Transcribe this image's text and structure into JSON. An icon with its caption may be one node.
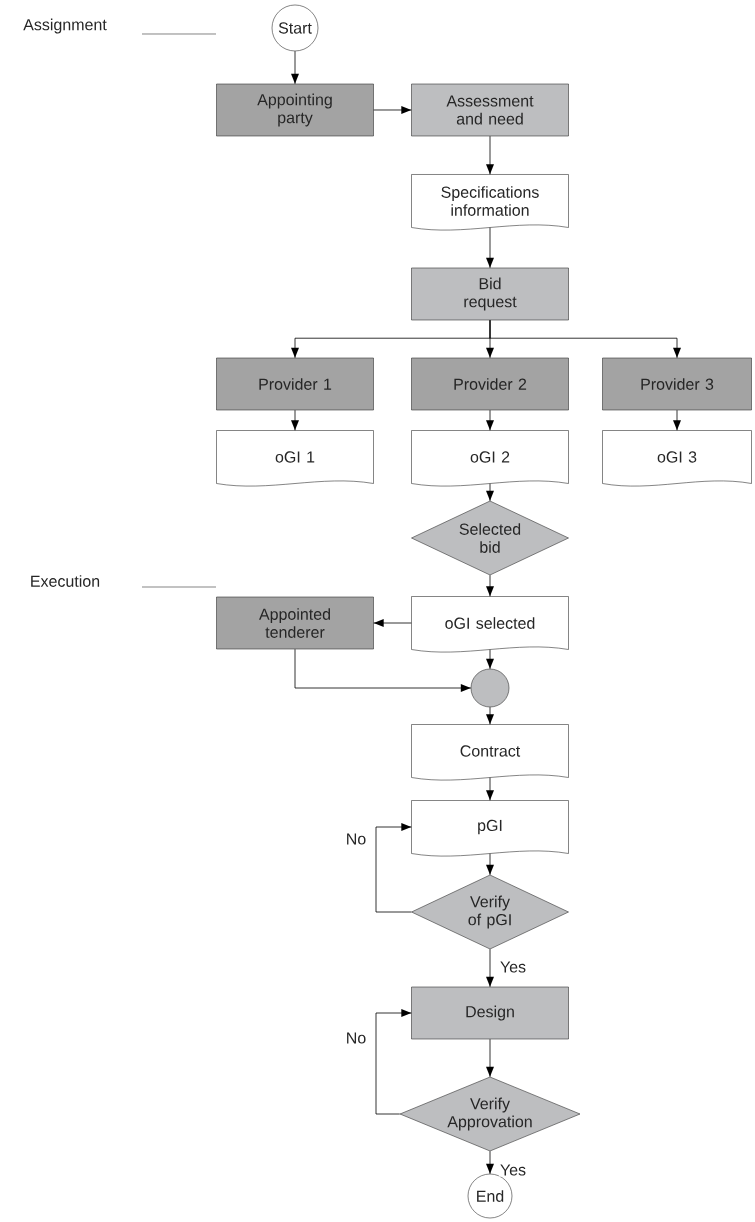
{
  "diagram": {
    "nodes": [
      {
        "text": [
          "Start"
        ]
      },
      {
        "text": [
          "Appointing party"
        ]
      },
      {
        "text": [
          "Assessment and need"
        ]
      },
      {
        "text": [
          "Specifications information"
        ]
      },
      {
        "text": [
          "Bid request"
        ]
      },
      {
        "text": [
          "Provider 1"
        ]
      },
      {
        "text": [
          "Provider 2"
        ]
      },
      {
        "text": [
          "Provider 3"
        ]
      },
      {
        "text": [
          "oGI 1"
        ]
      },
      {
        "text": [
          "oGI 2"
        ]
      },
      {
        "text": [
          "oGI 3"
        ]
      },
      {
        "text": [
          "Selected bid"
        ]
      },
      {
        "text": [
          "oGI selected"
        ]
      },
      {
        "text": [
          "Appointed tenderer"
        ]
      },
      {
        "text": [],
        "shape": "circle"
      },
      {
        "text": [
          "Contract"
        ]
      },
      {
        "text": [
          "pGI"
        ]
      },
      {
        "text": [
          "Verify of pGI"
        ]
      },
      {
        "text": [
          "Design"
        ]
      },
      {
        "text": [
          "Verify Approvation"
        ]
      },
      {
        "text": [
          "End"
        ]
      }
    ],
    "edges": [
      {
        "from": 0,
        "to": 1,
        "arrow": "to"
      },
      {
        "from": 1,
        "to": 2,
        "arrow": "to"
      },
      {
        "from": 2,
        "to": 3,
        "arrow": "to"
      },
      {
        "from": 3,
        "to": 4,
        "arrow": "to"
      },
      {
        "from": 4,
        "to": 5,
        "arrow": "to"
      },
      {
        "from": 4,
        "to": 6,
        "arrow": "to"
      },
      {
        "from": 4,
        "to": 7,
        "arrow": "to"
      },
      {
        "from": 5,
        "to": 8,
        "arrow": "to"
      },
      {
        "from": 6,
        "to": 9,
        "arrow": "to"
      },
      {
        "from": 7,
        "to": 10,
        "arrow": "to"
      },
      {
        "from": 9,
        "to": 11,
        "arrow": "to"
      },
      {
        "from": 11,
        "to": 12,
        "arrow": "to"
      },
      {
        "from": 12,
        "to": 13,
        "arrow": "to"
      },
      {
        "from": 13,
        "to": 14,
        "arrow": "to"
      },
      {
        "from": 12,
        "to": 14,
        "arrow": "to"
      },
      {
        "from": 14,
        "to": 15,
        "arrow": "to"
      },
      {
        "from": 15,
        "to": 16,
        "arrow": "to"
      },
      {
        "from": 16,
        "to": 17,
        "arrow": "to"
      },
      {
        "from": 17,
        "to": 16,
        "arrow": "to",
        "label": "No"
      },
      {
        "from": 17,
        "to": 18,
        "arrow": "to",
        "label": "Yes"
      },
      {
        "from": 18,
        "to": 19,
        "arrow": "to"
      },
      {
        "from": 19,
        "to": 18,
        "arrow": "to",
        "label": "No"
      },
      {
        "from": 19,
        "to": 20,
        "arrow": "to",
        "label": "Yes"
      }
    ],
    "labels": [
      "Assignment",
      "Execution"
    ]
  }
}
